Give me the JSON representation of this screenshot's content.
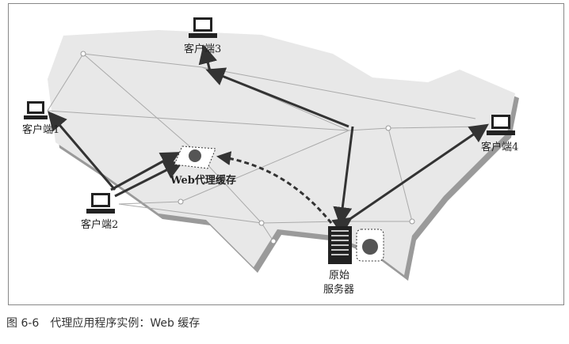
{
  "labels": {
    "client1": "客户端1",
    "client2": "客户端2",
    "client3": "客户端3",
    "client4": "客户端4",
    "proxy": "Web代理缓存",
    "origin_line1": "原始",
    "origin_line2": "服务器"
  },
  "caption": {
    "number": "图 6-6",
    "text": "代理应用程序实例：Web 缓存"
  }
}
